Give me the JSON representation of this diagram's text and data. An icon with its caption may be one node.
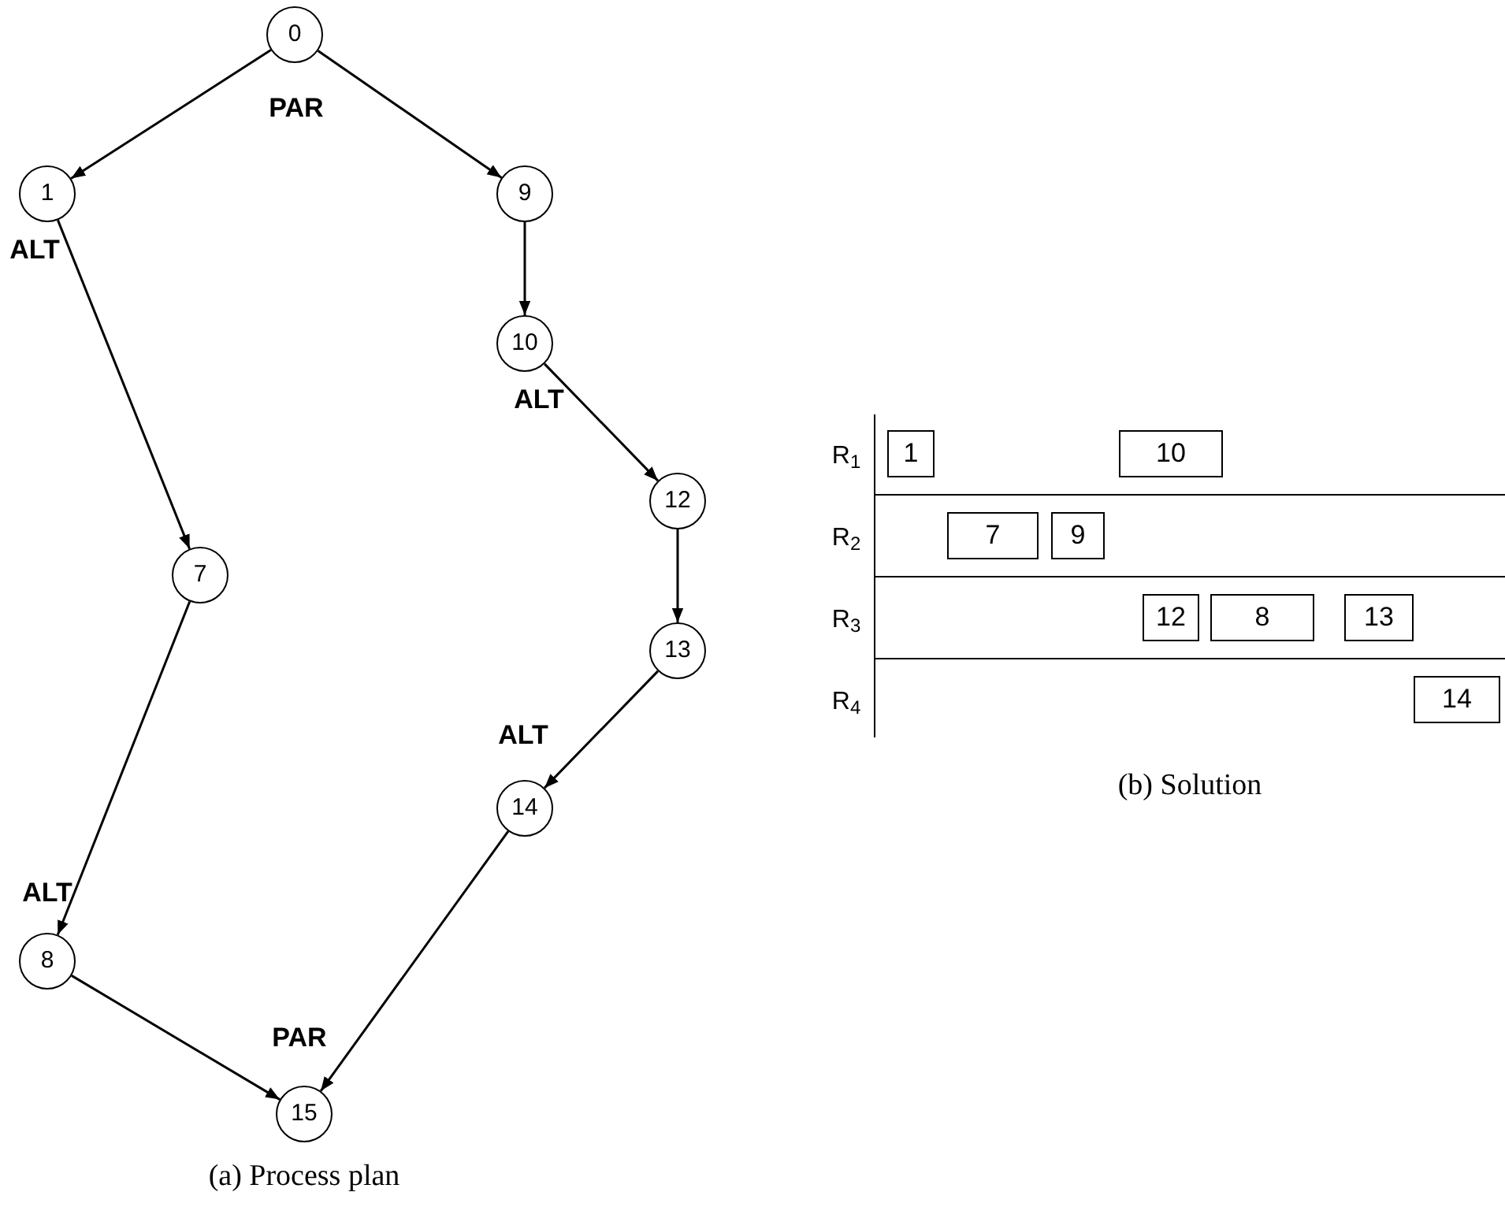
{
  "diagram": {
    "nodes": [
      {
        "text": [
          "0"
        ],
        "beside": [
          "PAR"
        ]
      },
      {
        "text": [
          "1"
        ],
        "beside": [
          "ALT"
        ]
      },
      {
        "text": [
          "9"
        ]
      },
      {
        "text": [
          "10"
        ],
        "beside": [
          "ALT"
        ]
      },
      {
        "text": [
          "12"
        ]
      },
      {
        "text": [
          "7"
        ]
      },
      {
        "text": [
          "13"
        ]
      },
      {
        "text": [
          "14"
        ],
        "beside": [
          "ALT"
        ]
      },
      {
        "text": [
          "8"
        ],
        "beside": [
          "ALT"
        ]
      },
      {
        "text": [
          "15"
        ],
        "beside": [
          "PAR"
        ]
      },
      {
        "text": [
          "1"
        ]
      },
      {
        "text": [
          "10"
        ]
      },
      {
        "text": [
          "7"
        ]
      },
      {
        "text": [
          "9"
        ]
      },
      {
        "text": [
          "12"
        ]
      },
      {
        "text": [
          "8"
        ]
      },
      {
        "text": [
          "13"
        ]
      },
      {
        "text": [
          "14"
        ]
      }
    ],
    "edges": [
      {
        "from": 0,
        "to": 1,
        "arrow": "to"
      },
      {
        "from": 0,
        "to": 2,
        "arrow": "to"
      },
      {
        "from": 1,
        "to": 5,
        "arrow": "to"
      },
      {
        "from": 2,
        "to": 3,
        "arrow": "to"
      },
      {
        "from": 3,
        "to": 4,
        "arrow": "to"
      },
      {
        "from": 5,
        "to": 8,
        "arrow": "to"
      },
      {
        "from": 4,
        "to": 6,
        "arrow": "to"
      },
      {
        "from": 6,
        "to": 7,
        "arrow": "to"
      },
      {
        "from": 8,
        "to": 9,
        "arrow": "to"
      },
      {
        "from": 7,
        "to": 9,
        "arrow": "to"
      }
    ],
    "labels": [
      "R$_{1}$",
      "R$_{2}$",
      "R$_{3}$",
      "R$_{4}$",
      "(b) Solution",
      "(a) Process plan"
    ]
  }
}
